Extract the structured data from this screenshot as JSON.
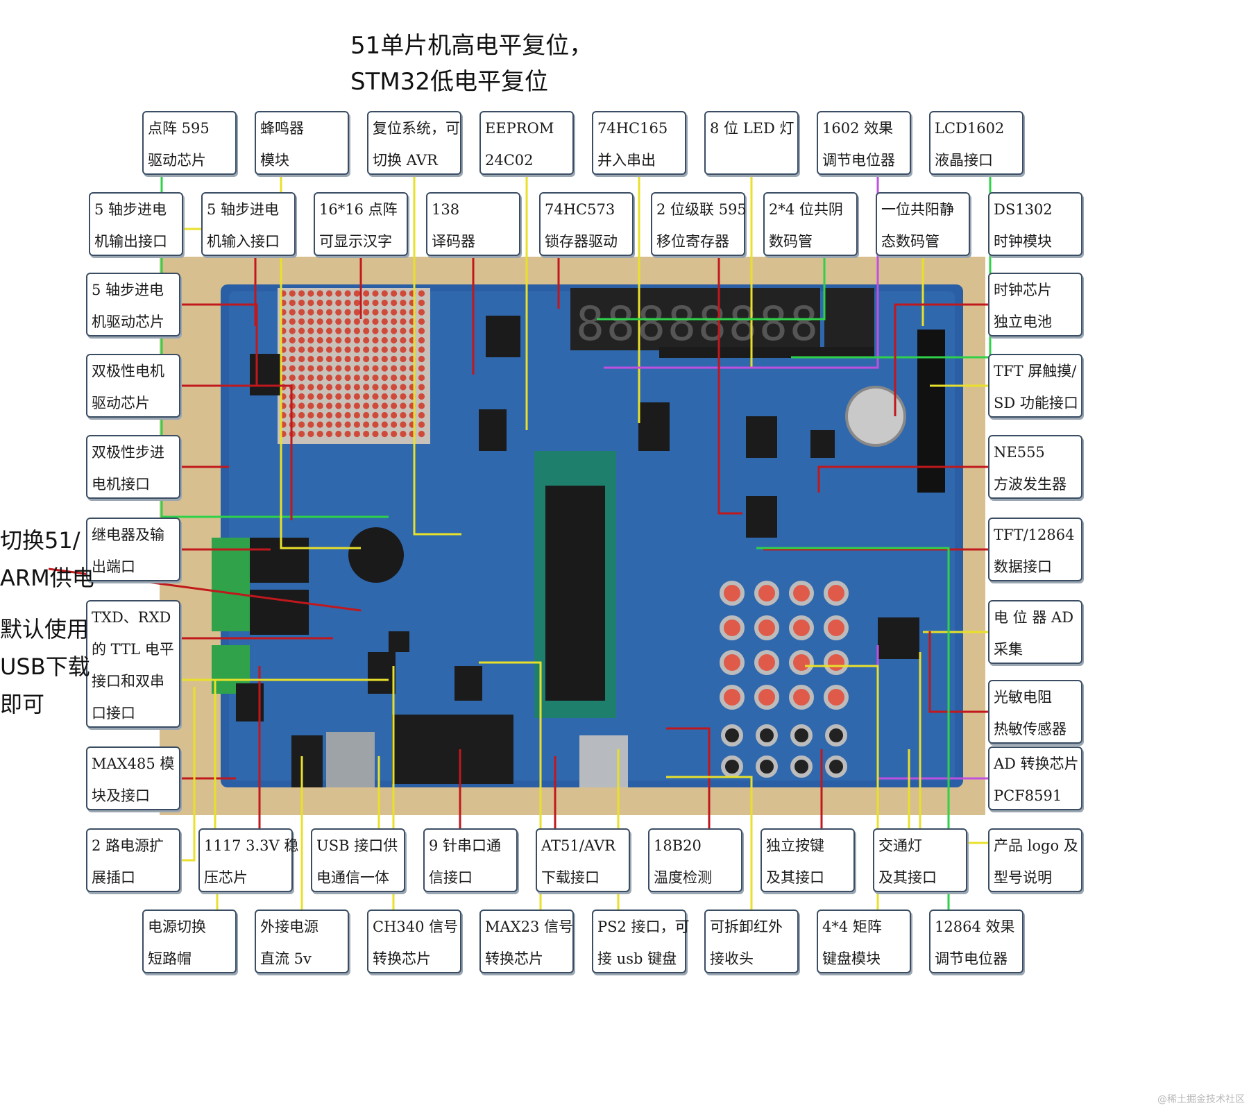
{
  "annotations": {
    "top_note": [
      "51单片机高电平复位，",
      "STM32低电平复位"
    ],
    "power_note": [
      "切换51/",
      "ARM供电"
    ],
    "usb_note": [
      "默认使用",
      "USB下载",
      "即可"
    ]
  },
  "display_digits": [
    "8",
    "8",
    "8",
    "8",
    "8",
    "8",
    "8",
    "8"
  ],
  "callouts": {
    "row1": [
      [
        "点阵 595",
        "驱动芯片"
      ],
      [
        "蜂鸣器",
        "模块"
      ],
      [
        "复位系统，可",
        "切换 AVR"
      ],
      [
        "EEPROM",
        "24C02"
      ],
      [
        "74HC165",
        "并入串出"
      ],
      [
        "8 位 LED 灯",
        ""
      ],
      [
        "1602 效果",
        "调节电位器"
      ],
      [
        "LCD1602",
        "液晶接口"
      ]
    ],
    "row2": [
      [
        "5 轴步进电",
        "机输出接口"
      ],
      [
        "5 轴步进电",
        "机输入接口"
      ],
      [
        "16*16 点阵",
        "可显示汉字"
      ],
      [
        "138",
        "译码器"
      ],
      [
        "74HC573",
        "锁存器驱动"
      ],
      [
        "2 位级联 595",
        "移位寄存器"
      ],
      [
        "2*4 位共阴",
        "数码管"
      ],
      [
        "一位共阳静",
        "态数码管"
      ],
      [
        "DS1302",
        "时钟模块"
      ]
    ],
    "left": [
      [
        "5 轴步进电",
        "机驱动芯片"
      ],
      [
        "双极性电机",
        "驱动芯片"
      ],
      [
        "双极性步进",
        "电机接口"
      ],
      [
        "继电器及输",
        "出端口"
      ],
      [
        "TXD、RXD",
        "的 TTL 电平",
        "接口和双串",
        "口接口"
      ],
      [
        "MAX485 模",
        "块及接口"
      ]
    ],
    "right": [
      [
        "时钟芯片",
        "独立电池"
      ],
      [
        "TFT 屏触摸/",
        "SD 功能接口"
      ],
      [
        "NE555",
        "方波发生器"
      ],
      [
        "TFT/12864",
        "数据接口"
      ],
      [
        "电 位 器  AD",
        "采集"
      ],
      [
        "光敏电阻",
        "热敏传感器"
      ],
      [
        "AD 转换芯片",
        "PCF8591"
      ]
    ],
    "bottom1": [
      [
        "2 路电源扩",
        "展插口"
      ],
      [
        "1117 3.3V 稳",
        "压芯片"
      ],
      [
        "USB 接口供",
        "电通信一体"
      ],
      [
        "9 针串口通",
        "信接口"
      ],
      [
        "AT51/AVR",
        "下载接口"
      ],
      [
        "18B20",
        "温度检测"
      ],
      [
        "独立按键",
        "及其接口"
      ],
      [
        "交通灯",
        "及其接口"
      ],
      [
        "产品 logo 及",
        "型号说明"
      ]
    ],
    "bottom2": [
      [
        "电源切换",
        "短路帽"
      ],
      [
        "外接电源",
        "直流 5v"
      ],
      [
        "CH340 信号",
        "转换芯片"
      ],
      [
        "MAX23 信号",
        "转换芯片"
      ],
      [
        "PS2 接口，可",
        "接 usb 键盘"
      ],
      [
        "可拆卸红外",
        "接收头"
      ],
      [
        "4*4 矩阵",
        "键盘模块"
      ],
      [
        "12864 效果",
        "调节电位器"
      ]
    ]
  },
  "watermark": "@稀土掘金技术社区"
}
